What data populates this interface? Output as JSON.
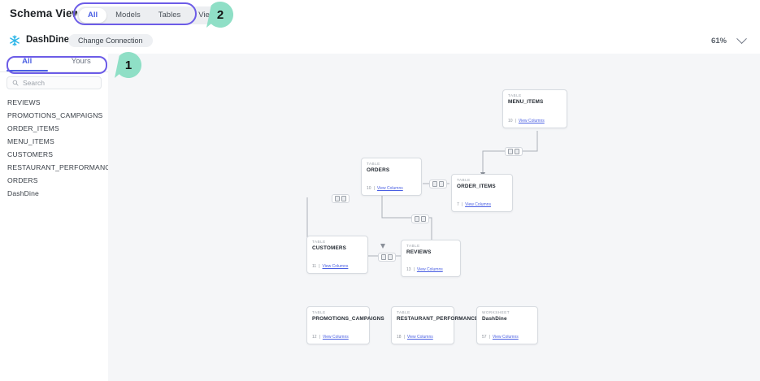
{
  "header": {
    "title": "Schema Viewer",
    "tabs": [
      {
        "label": "All",
        "active": true
      },
      {
        "label": "Models",
        "active": false
      },
      {
        "label": "Tables",
        "active": false
      },
      {
        "label": "Views",
        "active": false
      }
    ]
  },
  "connection": {
    "icon": "snowflake-icon",
    "name": "DashDine",
    "change_label": "Change Connection",
    "zoom_level": "61%",
    "zoom_chevron": "chevron-down-icon"
  },
  "sidebar": {
    "tabs": [
      {
        "label": "All",
        "active": true
      },
      {
        "label": "Yours",
        "active": false
      }
    ],
    "search": {
      "placeholder": "Search",
      "value": "",
      "icon": "search-icon"
    },
    "items": [
      {
        "label": "REVIEWS"
      },
      {
        "label": "PROMOTIONS_CAMPAIGNS"
      },
      {
        "label": "ORDER_ITEMS"
      },
      {
        "label": "MENU_ITEMS"
      },
      {
        "label": "CUSTOMERS"
      },
      {
        "label": "RESTAURANT_PERFORMANCE_METRICS"
      },
      {
        "label": "ORDERS"
      },
      {
        "label": "DashDine"
      }
    ]
  },
  "canvas": {
    "nodes": [
      {
        "kind": "TABLE",
        "name": "MENU_ITEMS",
        "columns": "10",
        "sep": "|",
        "link": "View Columns"
      },
      {
        "kind": "TABLE",
        "name": "ORDERS",
        "columns": "10",
        "sep": "|",
        "link": "View Columns"
      },
      {
        "kind": "TABLE",
        "name": "ORDER_ITEMS",
        "columns": "7",
        "sep": "|",
        "link": "View Columns"
      },
      {
        "kind": "TABLE",
        "name": "CUSTOMERS",
        "columns": "11",
        "sep": "|",
        "link": "View Columns"
      },
      {
        "kind": "TABLE",
        "name": "REVIEWS",
        "columns": "13",
        "sep": "|",
        "link": "View Columns"
      },
      {
        "kind": "TABLE",
        "name": "PROMOTIONS_CAMPAIGNS",
        "columns": "12",
        "sep": "|",
        "link": "View Columns"
      },
      {
        "kind": "TABLE",
        "name": "RESTAURANT_PERFORMANCE_METRICS",
        "columns": "18",
        "sep": "|",
        "link": "View Columns"
      },
      {
        "kind": "WORKSHEET",
        "name": "DashDine",
        "columns": "57",
        "sep": "|",
        "link": "View Columns"
      }
    ]
  },
  "callouts": [
    {
      "label": "1"
    },
    {
      "label": "2"
    }
  ],
  "colors": {
    "accent": "#4a5fe3",
    "highlight_ring": "#6c5ce7",
    "callout": "#8fdfc6",
    "canvas_bg": "#f5f6f8"
  }
}
